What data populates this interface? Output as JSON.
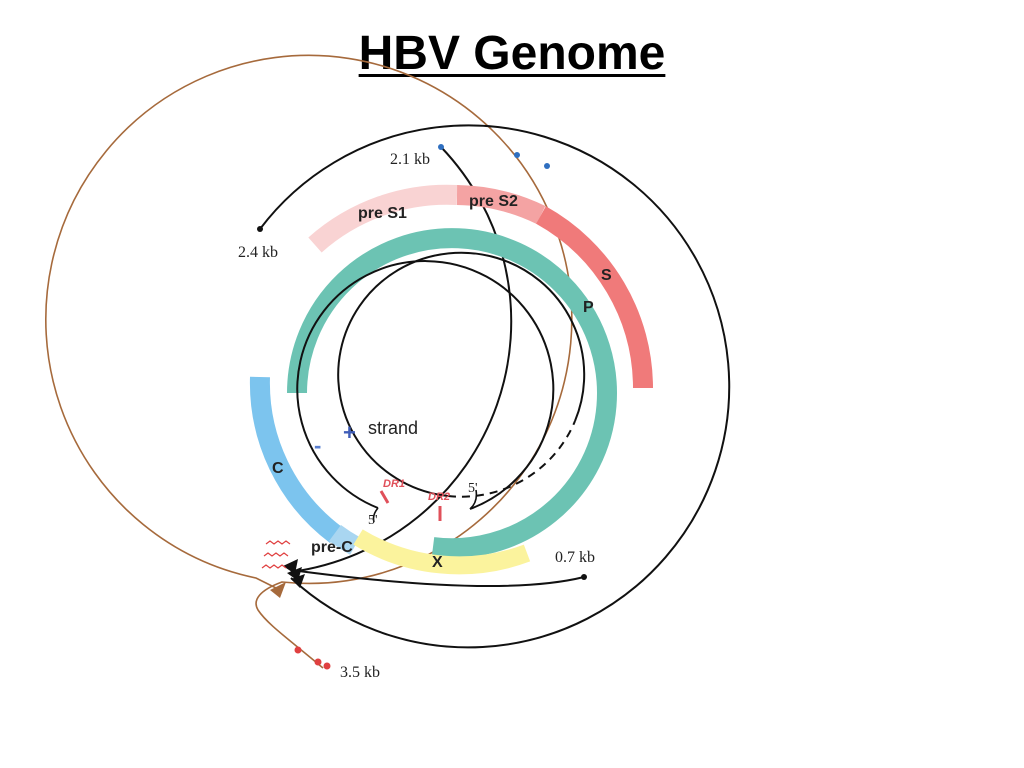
{
  "title": "HBV Genome",
  "transcripts": {
    "t_2_1": "2.1 kb",
    "t_2_4": "2.4 kb",
    "t_0_7": "0.7 kb",
    "t_3_5": "3.5 kb"
  },
  "genes": {
    "pre_s1": "pre S1",
    "pre_s2": "pre S2",
    "s": "S",
    "p": "P",
    "c": "C",
    "pre_c": "pre-C",
    "x": "X"
  },
  "strands": {
    "plus_sign": "+",
    "minus_sign": "-",
    "strand_word": "strand",
    "dr1": "DR1",
    "dr2": "DR2",
    "five_prime_a": "5'",
    "five_prime_b": "5'"
  },
  "colors": {
    "pre_s1": "#f9d3d3",
    "pre_s2": "#f4a3a3",
    "s": "#f07a7a",
    "p": "#6cc3b3",
    "c": "#7cc4ee",
    "pre_c": "#a9d6f1",
    "x": "#fbf39d",
    "transcript_3_5": "#a66a3c",
    "dot_blue": "#2f6fc0",
    "dot_red": "#e04040",
    "plus_sign": "#3f5db8",
    "minus_sign": "#5a7fd0",
    "dr_mark": "#e0505a"
  }
}
